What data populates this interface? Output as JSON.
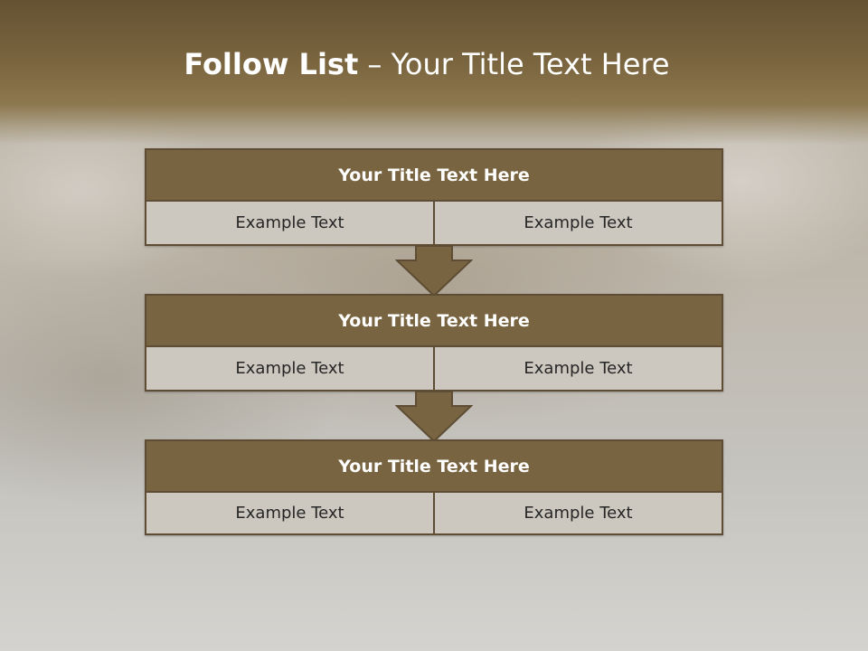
{
  "slide": {
    "title_bold": "Follow List",
    "title_rest": "– Your Title Text Here"
  },
  "steps": [
    {
      "title": "Your Title Text Here",
      "left": "Example Text",
      "right": "Example Text"
    },
    {
      "title": "Your Title Text Here",
      "left": "Example Text",
      "right": "Example Text"
    },
    {
      "title": "Your Title Text Here",
      "left": "Example Text",
      "right": "Example Text"
    }
  ],
  "colors": {
    "header_fill": "#786440",
    "border": "#5e4d34",
    "cell_fill": "#ccc7bf",
    "arrow_fill": "#786440"
  }
}
